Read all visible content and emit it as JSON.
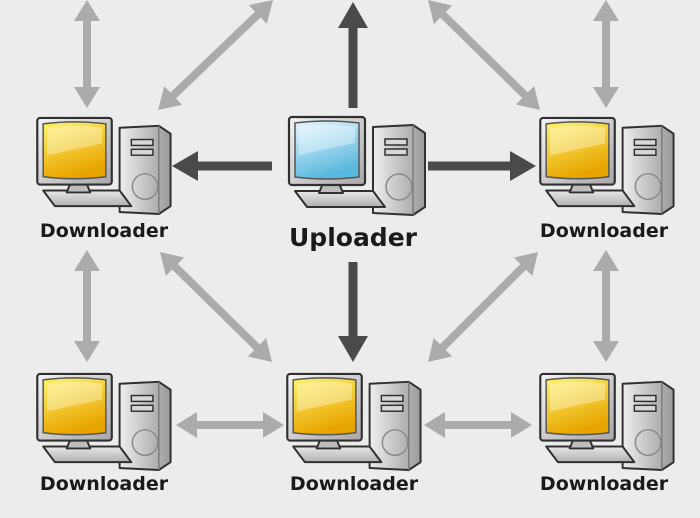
{
  "diagram": {
    "background": "#ececec",
    "colors": {
      "primary_arrow": "#4a4a4a",
      "secondary_arrow": "#ababab",
      "downloader_screen_top": "#fff36a",
      "downloader_screen_bottom": "#e8a400",
      "uploader_screen_top": "#e6f6ff",
      "uploader_screen_bottom": "#5ab8de",
      "case_light": "#eeeeee",
      "case_dark": "#9a9a9a",
      "outline": "#303030"
    },
    "nodes": [
      {
        "id": "uploader",
        "label": "Uploader",
        "role": "uploader"
      },
      {
        "id": "downloader-top-left",
        "label": "Downloader",
        "role": "downloader"
      },
      {
        "id": "downloader-top-right",
        "label": "Downloader",
        "role": "downloader"
      },
      {
        "id": "downloader-bottom-left",
        "label": "Downloader",
        "role": "downloader"
      },
      {
        "id": "downloader-bottom-middle",
        "label": "Downloader",
        "role": "downloader"
      },
      {
        "id": "downloader-bottom-right",
        "label": "Downloader",
        "role": "downloader"
      }
    ],
    "connections": [
      {
        "name": "uploader-to-downloader-top-left",
        "style": "primary",
        "direction": "one-way"
      },
      {
        "name": "uploader-to-downloader-top-right",
        "style": "primary",
        "direction": "one-way"
      },
      {
        "name": "uploader-to-downloader-bottom-middle",
        "style": "primary",
        "direction": "one-way"
      },
      {
        "name": "uploader-to-offscreen-top",
        "style": "primary",
        "direction": "one-way"
      },
      {
        "name": "downloader-top-left-offscreen-top",
        "style": "secondary",
        "direction": "two-way"
      },
      {
        "name": "downloader-top-left-offscreen-top-right",
        "style": "secondary",
        "direction": "two-way"
      },
      {
        "name": "downloader-top-right-offscreen-top",
        "style": "secondary",
        "direction": "two-way"
      },
      {
        "name": "downloader-top-right-offscreen-top-left",
        "style": "secondary",
        "direction": "two-way"
      },
      {
        "name": "downloader-top-left-to-downloader-bottom-left",
        "style": "secondary",
        "direction": "two-way"
      },
      {
        "name": "downloader-top-right-to-downloader-bottom-right",
        "style": "secondary",
        "direction": "two-way"
      },
      {
        "name": "downloader-top-left-to-downloader-bottom-middle",
        "style": "secondary",
        "direction": "two-way"
      },
      {
        "name": "downloader-top-right-to-downloader-bottom-middle",
        "style": "secondary",
        "direction": "two-way"
      },
      {
        "name": "downloader-bottom-left-to-downloader-bottom-middle",
        "style": "secondary",
        "direction": "two-way"
      },
      {
        "name": "downloader-bottom-middle-to-downloader-bottom-right",
        "style": "secondary",
        "direction": "two-way"
      }
    ]
  }
}
